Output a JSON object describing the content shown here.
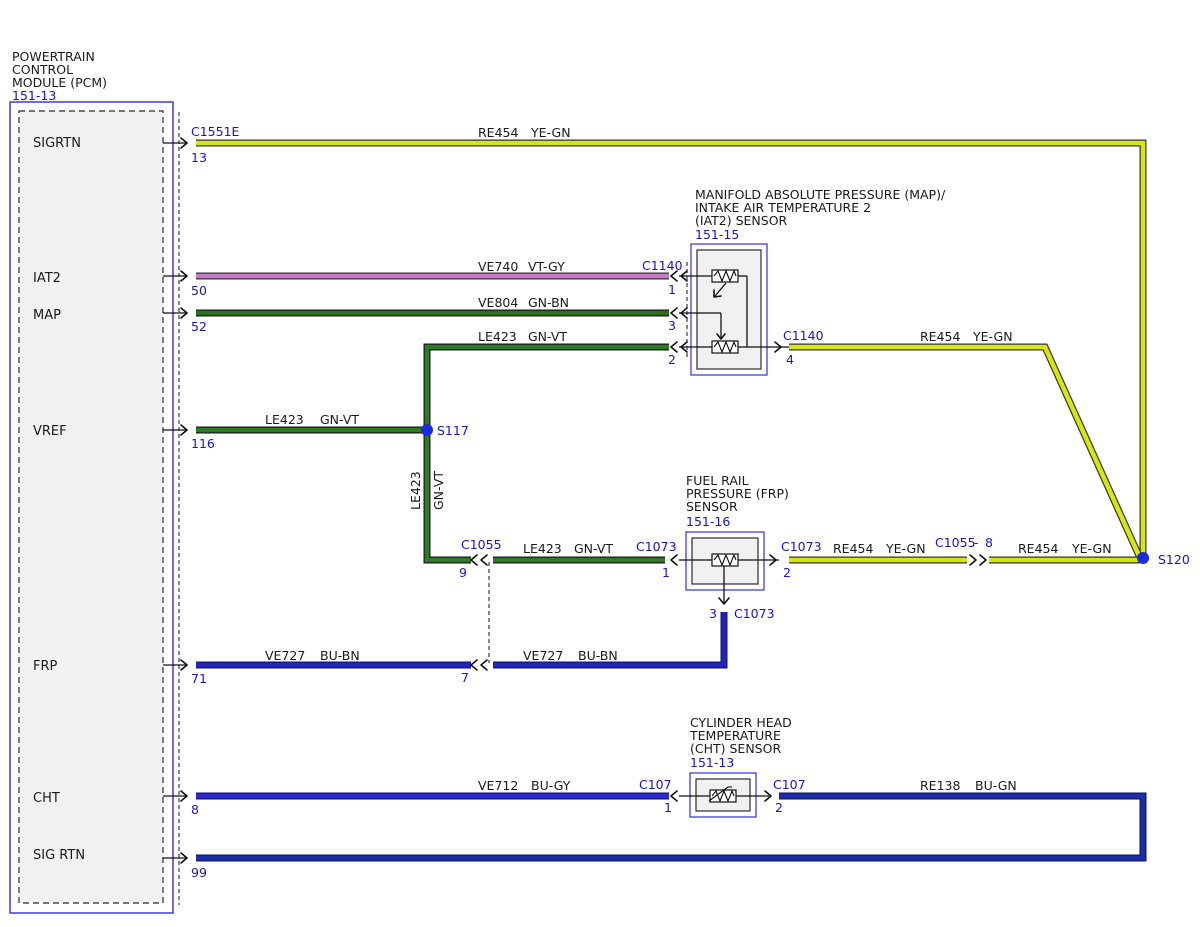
{
  "colors": {
    "YE-GN": "#d6e60e",
    "VT-GY": "#c87ac8",
    "GN-BN": "#2c6e1e",
    "GN-VT": "#2f7a26",
    "BU-BN": "#2424b8",
    "BU-GY": "#2b2bd0",
    "BU-GN": "#1a2ea8",
    "label_blue": "#1515d0"
  },
  "pcm": {
    "title_lines": [
      "POWERTRAIN",
      "CONTROL",
      "MODULE (PCM)"
    ],
    "ref": "151-13",
    "pins": [
      {
        "name": "SIGRTN",
        "pin": "13"
      },
      {
        "name": "IAT2",
        "pin": "50"
      },
      {
        "name": "MAP",
        "pin": "52"
      },
      {
        "name": "VREF",
        "pin": "116"
      },
      {
        "name": "FRP",
        "pin": "71"
      },
      {
        "name": "CHT",
        "pin": "8"
      },
      {
        "name": "SIG RTN",
        "pin": "99"
      }
    ],
    "connector": "C1551E"
  },
  "map_sensor": {
    "title_lines": [
      "MANIFOLD ABSOLUTE PRESSURE (MAP)/",
      "INTAKE AIR TEMPERATURE 2",
      "(IAT2) SENSOR"
    ],
    "ref": "151-15",
    "connector": "C1140",
    "pins": [
      "1",
      "3",
      "2",
      "4"
    ],
    "right_connector": "C1140"
  },
  "frp_sensor": {
    "title_lines": [
      "FUEL RAIL",
      "PRESSURE (FRP)",
      "SENSOR"
    ],
    "ref": "151-16",
    "connector": "C1073",
    "pins": [
      "1",
      "2",
      "3"
    ],
    "right_connector": "C1073",
    "bottom_connector": "C1073"
  },
  "cht_sensor": {
    "title_lines": [
      "CYLINDER HEAD",
      "TEMPERATURE",
      "(CHT) SENSOR"
    ],
    "ref": "151-13",
    "connector": "C107",
    "pins": [
      "1",
      "2"
    ],
    "right_connector": "C107"
  },
  "inline_connector": {
    "c1055_left": "C1055",
    "c1055_pin_top": "9",
    "c1055_pin_bottom": "7",
    "c1055_right": "C1055",
    "c1055_right_pin": "8"
  },
  "splices": {
    "s117": "S117",
    "s120": "S120"
  },
  "wires": {
    "re454_top": {
      "circuit": "RE454",
      "color": "YE-GN"
    },
    "ve740": {
      "circuit": "VE740",
      "color": "VT-GY"
    },
    "ve804": {
      "circuit": "VE804",
      "color": "GN-BN"
    },
    "le423_map": {
      "circuit": "LE423",
      "color": "GN-VT"
    },
    "re454_map": {
      "circuit": "RE454",
      "color": "YE-GN"
    },
    "le423_vref": {
      "circuit": "LE423",
      "color": "GN-VT"
    },
    "le423_vert": {
      "circuit": "LE423",
      "color": "GN-VT"
    },
    "le423_frp": {
      "circuit": "LE423",
      "color": "GN-VT"
    },
    "re454_frp": {
      "circuit": "RE454",
      "color": "YE-GN"
    },
    "re454_s120": {
      "circuit": "RE454",
      "color": "YE-GN"
    },
    "ve727_pcm": {
      "circuit": "VE727",
      "color": "BU-BN"
    },
    "ve727_frp": {
      "circuit": "VE727",
      "color": "BU-BN"
    },
    "ve712": {
      "circuit": "VE712",
      "color": "BU-GY"
    },
    "re138": {
      "circuit": "RE138",
      "color": "BU-GN"
    }
  }
}
